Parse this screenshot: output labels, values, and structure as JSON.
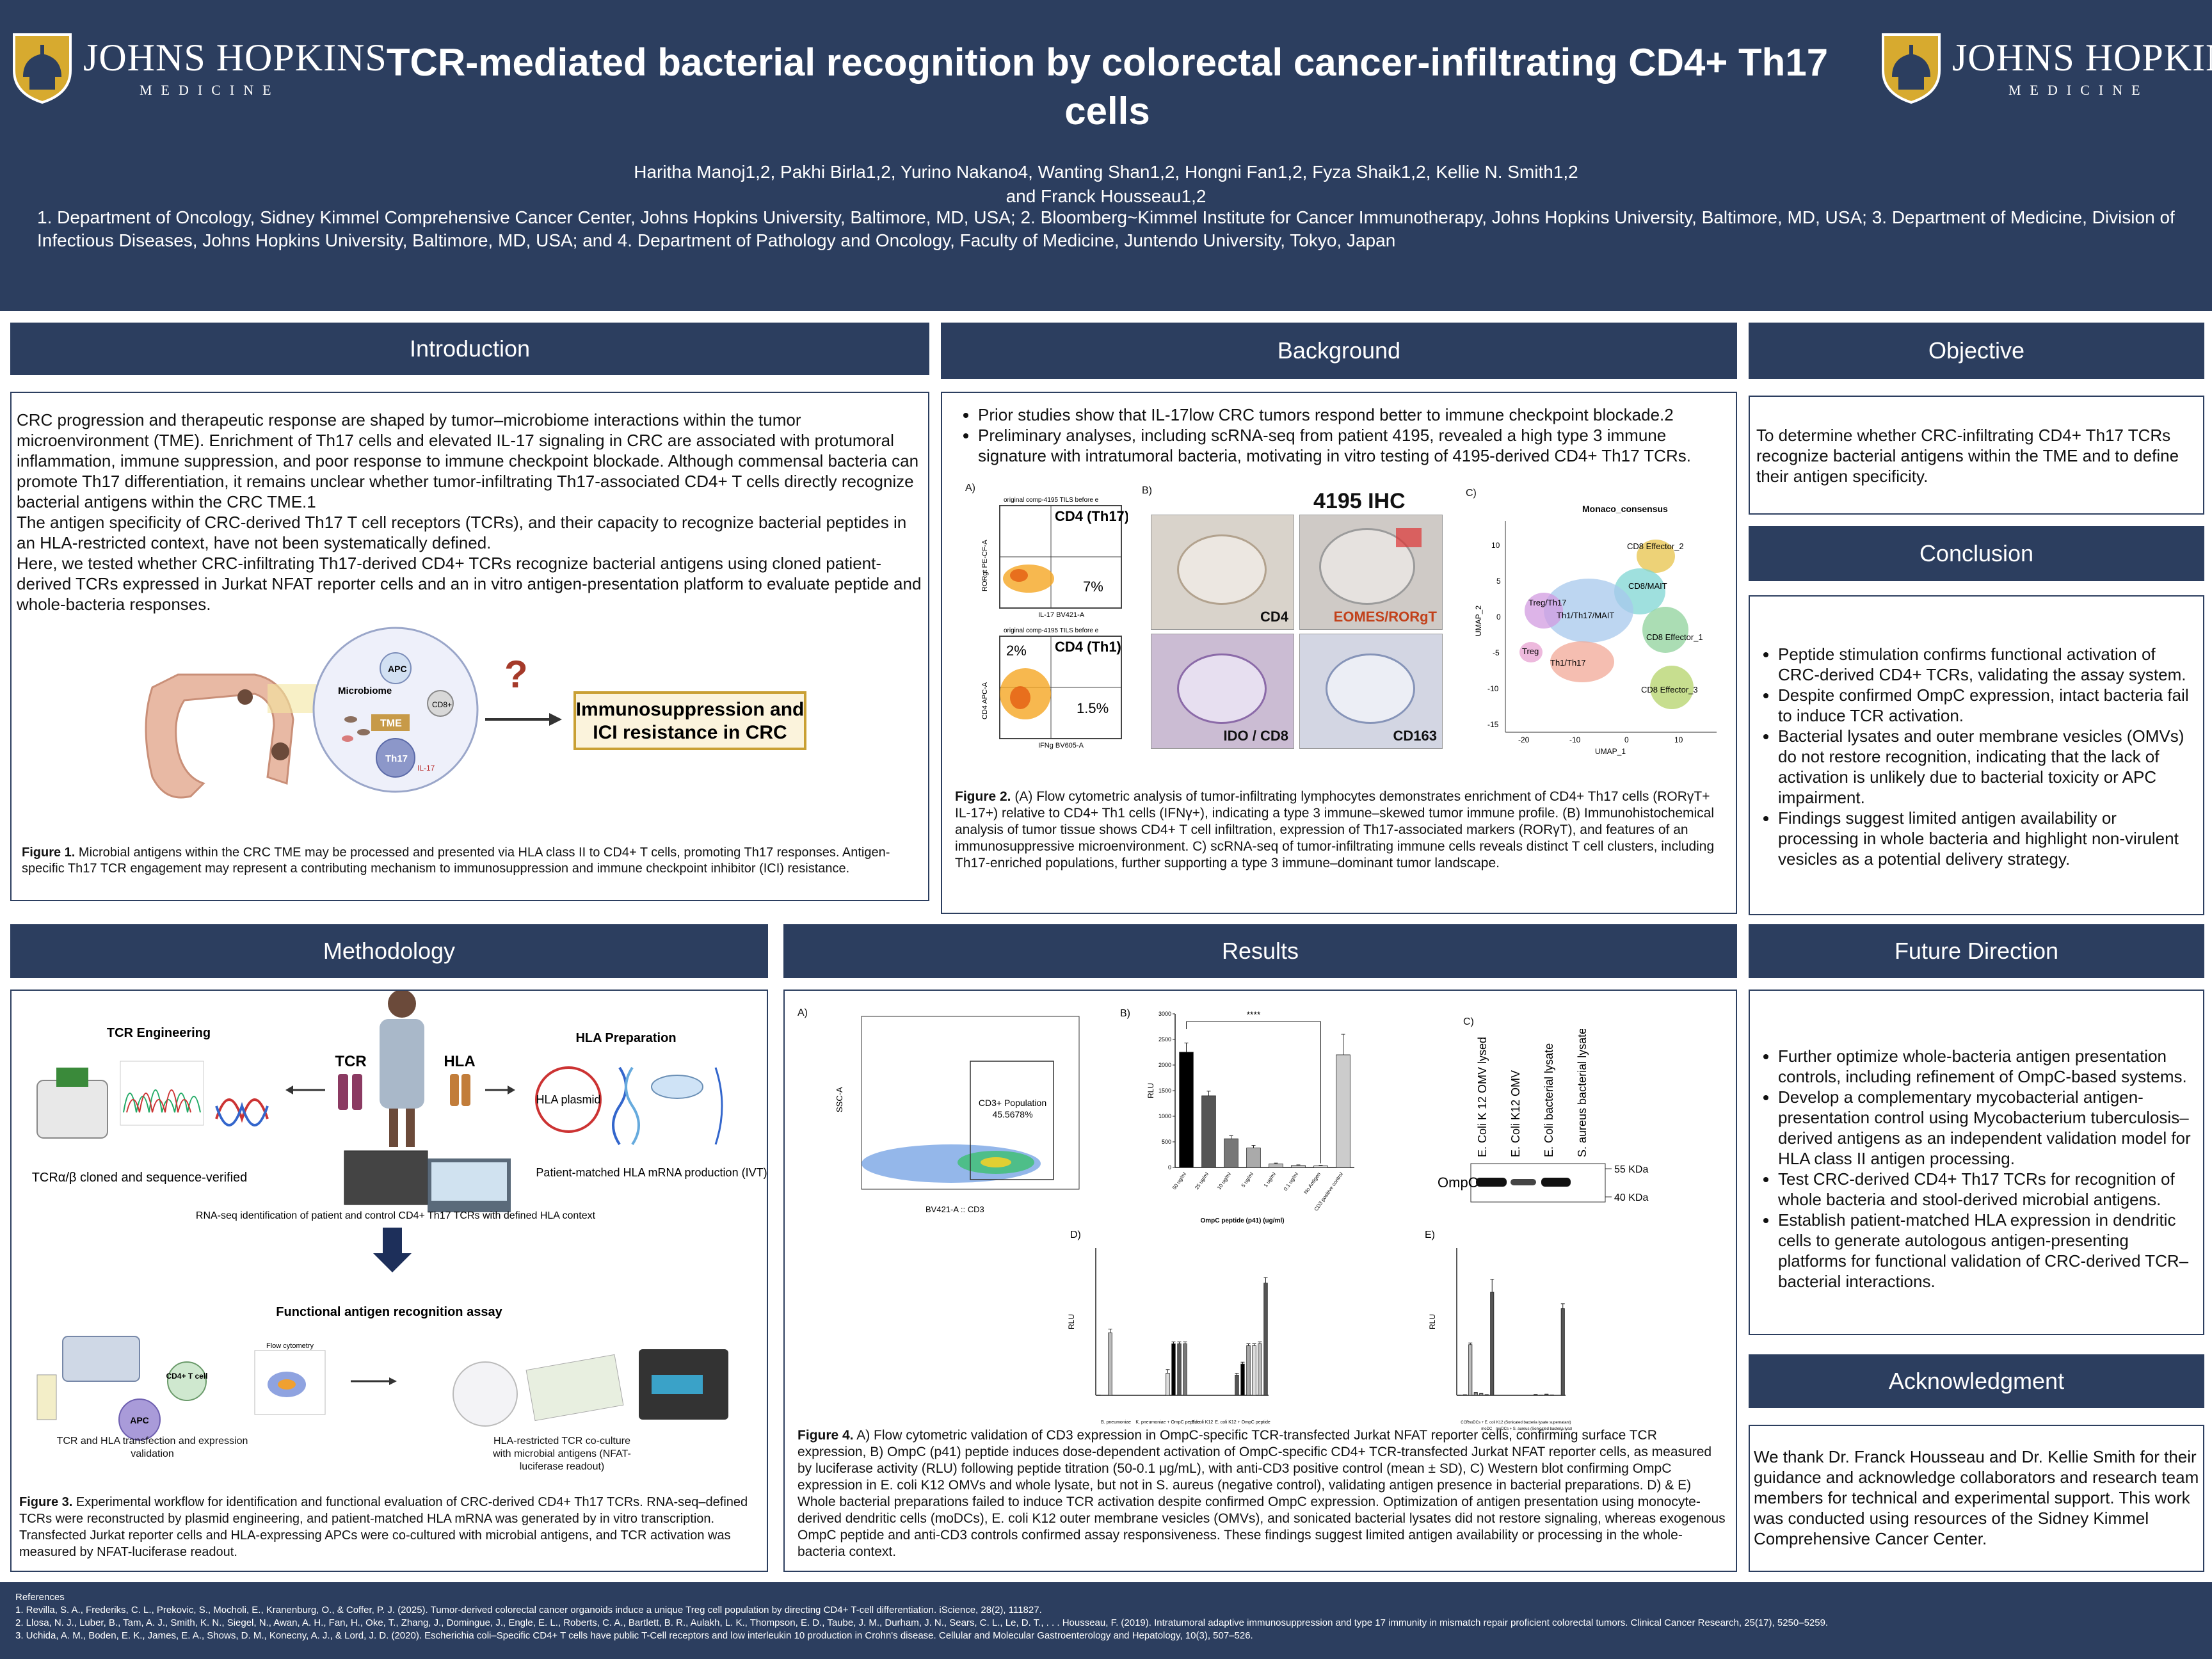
{
  "header": {
    "logo_line1": "JOHNS HOPKINS",
    "logo_line2": "MEDICINE",
    "title": "TCR-mediated bacterial recognition by colorectal cancer-infiltrating CD4+ Th17 cells",
    "authors_line1": "Haritha Manoj1,2, Pakhi Birla1,2, Yurino Nakano4, Wanting Shan1,2, Hongni Fan1,2, Fyza Shaik1,2, Kellie N. Smith1,2",
    "authors_line2": "and Franck Housseau1,2",
    "affiliations": "1. Department of Oncology, Sidney Kimmel Comprehensive Cancer Center, Johns Hopkins University, Baltimore, MD, USA; 2. Bloomberg~Kimmel Institute for Cancer Immunotherapy, Johns Hopkins University, Baltimore, MD, USA; 3. Department of Medicine, Division of Infectious Diseases, Johns Hopkins University, Baltimore, MD, USA; and 4. Department of Pathology and Oncology, Faculty of Medicine, Juntendo University, Tokyo, Japan"
  },
  "introduction": {
    "heading": "Introduction",
    "p1": "CRC progression and therapeutic response are shaped by tumor–microbiome interactions within the tumor microenvironment (TME). Enrichment of Th17 cells and elevated IL-17 signaling in CRC are associated with protumoral inflammation, immune suppression, and poor response to immune checkpoint blockade. Although commensal bacteria can promote Th17 differentiation, it remains unclear whether tumor-infiltrating Th17-associated CD4+ T cells directly recognize bacterial antigens within the CRC TME.1",
    "p2": "The antigen specificity of CRC-derived Th17 T cell receptors (TCRs), and their capacity to recognize bacterial peptides in an HLA-restricted context, have not been systematically defined.",
    "p3": "Here, we tested whether CRC-infiltrating Th17-derived CD4+ TCRs recognize bacterial antigens using cloned patient-derived TCRs expressed in Jurkat NFAT reporter cells and an in vitro antigen-presentation platform to evaluate peptide and whole-bacteria responses.",
    "figure": {
      "microbiome": "Microbiome",
      "apc": "APC",
      "cd8": "CD8+",
      "tme": "TME",
      "th17": "Th17",
      "il17": "IL-17",
      "question": "?",
      "box_line1": "Immunosuppression and",
      "box_line2": "ICI resistance in CRC"
    },
    "caption_label": "Figure 1.",
    "caption": " Microbial antigens within the CRC TME may be processed and presented via HLA class II to CD4+ T cells, promoting Th17 responses. Antigen-specific Th17 TCR engagement may represent a contributing mechanism to immunosuppression and  immune checkpoint inhibitor (ICI) resistance."
  },
  "background": {
    "heading": "Background",
    "bullets": [
      "Prior studies show that IL-17low CRC tumors respond better to immune checkpoint blockade.2",
      "Preliminary analyses, including scRNA-seq from patient 4195, revealed a high type 3 immune signature with intratumoral bacteria, motivating in vitro testing of 4195-derived CD4+ Th17 TCRs."
    ],
    "figA": {
      "label": "A)",
      "plot1_title": "original comp-4195 TILS before e",
      "plot1_q": "CD4 (Th17)",
      "plot1_pct": "7%",
      "plot1_x": "IL-17 BV421-A",
      "plot1_y": "RORgt PE-CF-A",
      "plot2_title": "original comp-4195 TILS before e",
      "plot2_q": "CD4 (Th1)",
      "plot2_pct_top": "2%",
      "plot2_pct": "1.5%",
      "plot2_x": "IFNg BV605-A",
      "plot2_y": "CD4 APC-A"
    },
    "figB": {
      "label": "B)",
      "title": "4195 IHC",
      "p1": "CD4",
      "p2": "EOMES/RORgT",
      "p3": "IDO / CD8",
      "p4": "CD163"
    },
    "figC": {
      "label": "C)",
      "title": "Monaco_consensus",
      "clusters": [
        "CD8 Effector_2",
        "CD8/MAIT",
        "Treg/Th17",
        "Th1/Th17/MAIT",
        "CD8 Effector_1",
        "Treg",
        "Th1/Th17",
        "CD8 Effector_3"
      ],
      "xlabel": "UMAP_1",
      "ylabel": "UMAP_2",
      "xticks": [
        "-20",
        "-10",
        "0",
        "10"
      ],
      "yticks": [
        "10",
        "5",
        "0",
        "-5",
        "-10",
        "-15"
      ]
    },
    "caption_label": "Figure 2.",
    "caption": " (A) Flow cytometric analysis of tumor-infiltrating lymphocytes demonstrates enrichment of CD4+ Th17 cells (RORγT+ IL-17+) relative to CD4+ Th1 cells (IFNγ+), indicating a type 3 immune–skewed tumor immune profile. (B) Immunohistochemical analysis of tumor tissue shows CD4+ T cell infiltration, expression of Th17-associated markers (RORγT), and features of an immunosuppressive microenvironment. C) scRNA-seq of tumor-infiltrating immune cells reveals distinct T cell clusters, including Th17-enriched populations, further supporting a type 3 immune–dominant tumor landscape."
  },
  "objective": {
    "heading": "Objective",
    "text": "To determine whether CRC-infiltrating CD4+ Th17 TCRs recognize bacterial antigens within the TME and to define their antigen specificity."
  },
  "conclusion": {
    "heading": "Conclusion",
    "bullets": [
      "Peptide stimulation confirms functional activation of CRC-derived CD4+ TCRs, validating the assay system.",
      "Despite confirmed OmpC expression, intact bacteria fail to induce TCR activation.",
      "Bacterial lysates and outer membrane vesicles (OMVs) do not restore recognition, indicating that the lack of activation is unlikely due to bacterial toxicity or APC impairment.",
      "Findings suggest limited antigen availability or processing in whole bacteria and highlight non-virulent vesicles as a potential delivery strategy."
    ]
  },
  "methodology": {
    "heading": "Methodology",
    "tcr_eng": "TCR Engineering",
    "tcr": "TCR",
    "hla": "HLA",
    "hla_prep": "HLA Preparation",
    "hla_plasmid": "HLA plasmid",
    "tcr_cloned": "TCRα/β cloned and sequence-verified",
    "rnaseq": "RNA-seq identification of patient and control CD4+ Th17 TCRs with defined HLA context",
    "hla_mrna": "Patient-matched HLA mRNA production (IVT)",
    "func_assay": "Functional antigen recognition assay",
    "flow": "Flow cytometry",
    "cd4": "CD4+ T cell",
    "apc": "APC",
    "tcr_transfection": "TCR and HLA transfection and expression validation",
    "coculture": "HLA-restricted TCR co-culture with microbial antigens (NFAT-luciferase readout)",
    "caption_label": "Figure 3.",
    "caption": " Experimental workflow for identification and functional evaluation of CRC-derived CD4+ Th17 TCRs. RNA-seq–defined TCRs were reconstructed by plasmid engineering, and patient-matched HLA mRNA was generated by in vitro transcription. Transfected Jurkat reporter cells and HLA-expressing APCs were co-cultured with microbial antigens, and TCR activation was measured by NFAT-luciferase readout."
  },
  "results": {
    "heading": "Results",
    "figA": {
      "label": "A)",
      "gate": "CD3+ Population",
      "pct": "45.5678%",
      "x": "BV421-A :: CD3",
      "y": "SSC-A"
    },
    "figC": {
      "label": "C)",
      "lanes": [
        "E. Coli K 12 OMV lysed",
        "E. Coli K12 OMV",
        "E. Coli bacterial lysate",
        "S. aureus bacterial lysate"
      ],
      "marker_top": "55 KDa",
      "marker_bottom": "40 KDa",
      "protein": "OmpC"
    },
    "caption_label": "Figure 4.",
    "caption": "  A) Flow cytometric validation of CD3 expression in OmpC-specific TCR-transfected Jurkat NFAT reporter cells, confirming surface TCR expression, B) OmpC (p41) peptide induces dose-dependent activation of OmpC-specific CD4+ TCR-transfected Jurkat NFAT reporter cells, as measured by luciferase activity (RLU) following peptide titration (50-0.1 μg/mL), with anti-CD3 positive control (mean ± SD), C) Western blot confirming OmpC expression in E. coli K12 OMVs and whole lysate, but not in S. aureus (negative control), validating antigen presence in bacterial preparations. D) & E) Whole bacterial preparations failed to induce TCR activation despite confirmed OmpC expression. Optimization of antigen presentation using monocyte-derived dendritic cells (moDCs), E. coli K12 outer membrane vesicles (OMVs), and sonicated bacterial lysates did not restore signaling, whereas exogenous OmpC peptide and anti-CD3 controls confirmed assay responsiveness. These findings suggest limited antigen availability or processing in the whole-bacteria context."
  },
  "future": {
    "heading": "Future Direction",
    "bullets": [
      "Further optimize whole-bacteria antigen presentation controls, including refinement of OmpC-based systems.",
      "Develop a complementary mycobacterial antigen-presentation control using Mycobacterium tuberculosis–derived antigens as an independent validation model for HLA class II antigen processing.",
      "Test CRC-derived CD4+ Th17 TCRs for recognition of whole bacteria and stool-derived microbial antigens.",
      "Establish patient-matched HLA expression in dendritic cells to generate autologous antigen-presenting platforms for functional validation of CRC-derived TCR–bacterial interactions."
    ]
  },
  "acknowledgment": {
    "heading": "Acknowledgment",
    "text": "We thank Dr. Franck Housseau and Dr. Kellie Smith for their guidance and acknowledge collaborators and research team members for technical and experimental support. This work was conducted using resources of the Sidney Kimmel Comprehensive Cancer Center."
  },
  "references": {
    "heading": "References",
    "items": [
      "1. Revilla, S. A., Frederiks, C. L., Prekovic, S., Mocholi, E., Kranenburg, O., & Coffer, P. J. (2025). Tumor-derived colorectal cancer organoids induce a unique Treg cell population by directing CD4+ T-cell differentiation. iScience, 28(2), 111827.",
      "2. Llosa, N. J., Luber, B., Tam, A. J., Smith, K. N., Siegel, N., Awan, A. H., Fan, H., Oke, T., Zhang, J., Domingue, J., Engle, E. L., Roberts, C. A., Bartlett, B. R., Aulakh, L. K., Thompson, E. D., Taube, J. M., Durham, J. N., Sears, C. L., Le, D. T., . . . Housseau, F. (2019). Intratumoral adaptive immunosuppression and type 17 immunity in mismatch repair proficient colorectal tumors. Clinical Cancer Research, 25(17), 5250–5259.",
      "3. Uchida, A. M., Boden, E. K., James, E. A., Shows, D. M., Konecny, A. J., & Lord, J. D. (2020). Escherichia coli–Specific CD4+ T cells have public T-Cell receptors and low interleukin 10 production in Crohn's disease. Cellular and Molecular Gastroenterology and Hepatology, 10(3), 507–526."
    ]
  },
  "chart_data": [
    {
      "type": "bar",
      "label": "B)",
      "categories": [
        "50 ug/ml",
        "25 ug/ml",
        "10 ug/ml",
        "5 ug/ml",
        "1 ug/ml",
        "0.1 ug/ml",
        "No Antigen",
        "CD3 positive control"
      ],
      "values": [
        2250,
        1400,
        560,
        380,
        70,
        40,
        30,
        2200
      ],
      "colors": [
        "#000000",
        "#555555",
        "#777777",
        "#aaaaaa",
        "#bbbbbb",
        "#cccccc",
        "#dddddd",
        "#cccccc"
      ],
      "errors": [
        180,
        90,
        60,
        50,
        15,
        10,
        10,
        400
      ],
      "ylabel": "RLU",
      "yticks": [
        0,
        500,
        1000,
        1500,
        2000,
        2500,
        3000
      ],
      "ylim": [
        0,
        3000
      ],
      "xlabel": "OmpC peptide (p41) (ug/ml)",
      "significance": "****"
    },
    {
      "type": "bar",
      "label": "D)",
      "values": [
        20,
        0,
        3400,
        0,
        0,
        0,
        0,
        0,
        0,
        0,
        0,
        0,
        1200,
        2800,
        2800,
        2800,
        0,
        0,
        0,
        0,
        0,
        0,
        0,
        0,
        1100,
        1700,
        2700,
        2700,
        2800,
        6100
      ],
      "errors": [
        0,
        0,
        200,
        0,
        0,
        0,
        0,
        0,
        0,
        0,
        0,
        0,
        200,
        100,
        100,
        100,
        0,
        0,
        0,
        0,
        0,
        0,
        0,
        0,
        100,
        100,
        100,
        100,
        100,
        300
      ],
      "colors": [
        "#999",
        "#999",
        "#bbb",
        "#999",
        "#999",
        "#999",
        "#999",
        "#999",
        "#999",
        "#999",
        "#999",
        "#999",
        "#ddd",
        "#000",
        "#555",
        "#777",
        "#999",
        "#999",
        "#999",
        "#999",
        "#999",
        "#999",
        "#999",
        "#999",
        "#555",
        "#000",
        "#aaa",
        "#ddd",
        "#bbb",
        "#555"
      ],
      "ylabel": "RLU",
      "ylim": [
        0,
        8000
      ],
      "groups": [
        "B. pneumoniae",
        "K. pneumoniae + OmpC peptide",
        "E. coli K12",
        "E. coli K12 + OmpC peptide"
      ]
    },
    {
      "type": "bar",
      "label": "E)",
      "values": [
        20,
        40,
        3100,
        150,
        100,
        30,
        6300,
        0,
        0,
        0,
        0,
        0,
        0,
        0,
        40,
        10,
        60,
        20,
        0,
        5300
      ],
      "errors": [
        0,
        0,
        100,
        20,
        20,
        10,
        800,
        0,
        0,
        0,
        0,
        0,
        0,
        0,
        10,
        5,
        10,
        5,
        0,
        300
      ],
      "colors": [
        "#999",
        "#999",
        "#bbb",
        "#999",
        "#999",
        "#999",
        "#555",
        "#999",
        "#999",
        "#999",
        "#999",
        "#999",
        "#999",
        "#999",
        "#999",
        "#999",
        "#999",
        "#999",
        "#999",
        "#555"
      ],
      "ylabel": "RLU",
      "ylim": [
        0,
        9000
      ],
      "groups": [
        "CCR",
        "moDC",
        "moDCs + E. coli K12 (Sonicated bacteria lysate supernatant)",
        "moDCs + S. aureus (Sonicated bacteria lysate supernatant)"
      ]
    }
  ]
}
